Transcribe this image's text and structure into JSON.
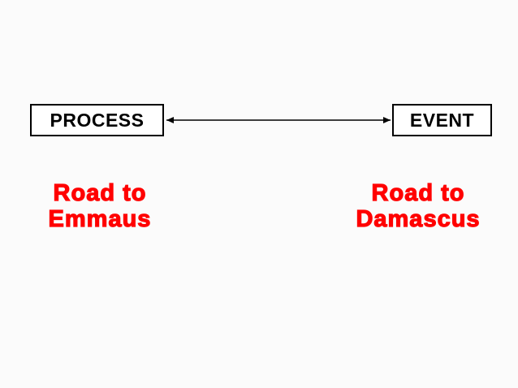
{
  "diagram": {
    "left_box": {
      "label": "PROCESS"
    },
    "right_box": {
      "label": "EVENT"
    },
    "connector": {
      "type": "double-headed-arrow"
    },
    "left_caption": {
      "line1": "Road to",
      "line2": "Emmaus"
    },
    "right_caption": {
      "line1": "Road to",
      "line2": "Damascus"
    }
  },
  "colors": {
    "box_border": "#000000",
    "caption_text": "#ff0000",
    "background": "#fbfbfb"
  }
}
